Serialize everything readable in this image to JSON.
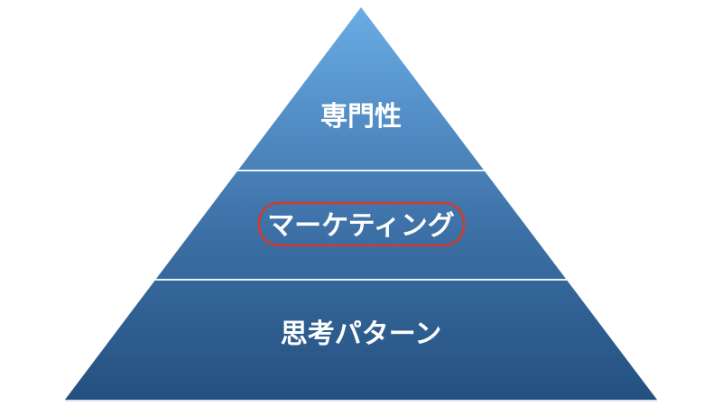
{
  "diagram": {
    "type": "pyramid",
    "background_color": "#ffffff",
    "gradient_top_color": "#6AACE6",
    "gradient_bottom_color": "#23507F",
    "divider_color": "#EAF1F8",
    "base_line_color": "#D8E2EF",
    "label_color": "#FFFFFF",
    "tiers": [
      {
        "label": "専門性",
        "position": "top",
        "highlighted": false
      },
      {
        "label": "マーケティング",
        "position": "middle",
        "highlighted": true
      },
      {
        "label": "思考パターン",
        "position": "bottom",
        "highlighted": false
      }
    ],
    "highlight": {
      "shape": "rounded-rectangle",
      "stroke_color": "#D23B2B",
      "target_tier": "マーケティング"
    }
  }
}
